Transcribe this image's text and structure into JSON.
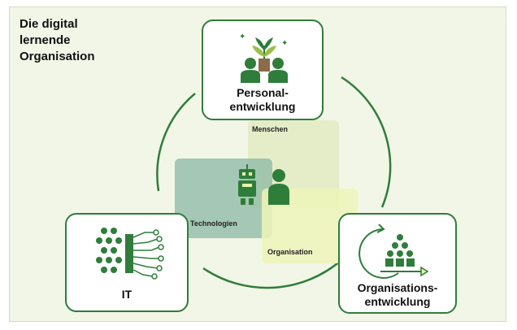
{
  "title": "Die digital\nlernende\nOrganisation",
  "boxes": {
    "personal": "Personal-\nentwicklung",
    "it": "IT",
    "organisation": "Organisations-\nentwicklung"
  },
  "center": {
    "menschen": "Menschen",
    "technologien": "Technologien",
    "organisation": "Organisation"
  },
  "colors": {
    "primary_green": "#2f7d3b",
    "background": "#f2f6e6",
    "menschen_fill": "#e3ecc4",
    "technologien_fill": "#8bb7a4",
    "organisation_fill": "#eef4b8"
  },
  "icons": {
    "personal": "people-plant-icon",
    "it": "circuit-icon",
    "organisation": "pyramid-cycle-icon",
    "center_robot": "robot-icon",
    "center_person": "person-icon"
  }
}
